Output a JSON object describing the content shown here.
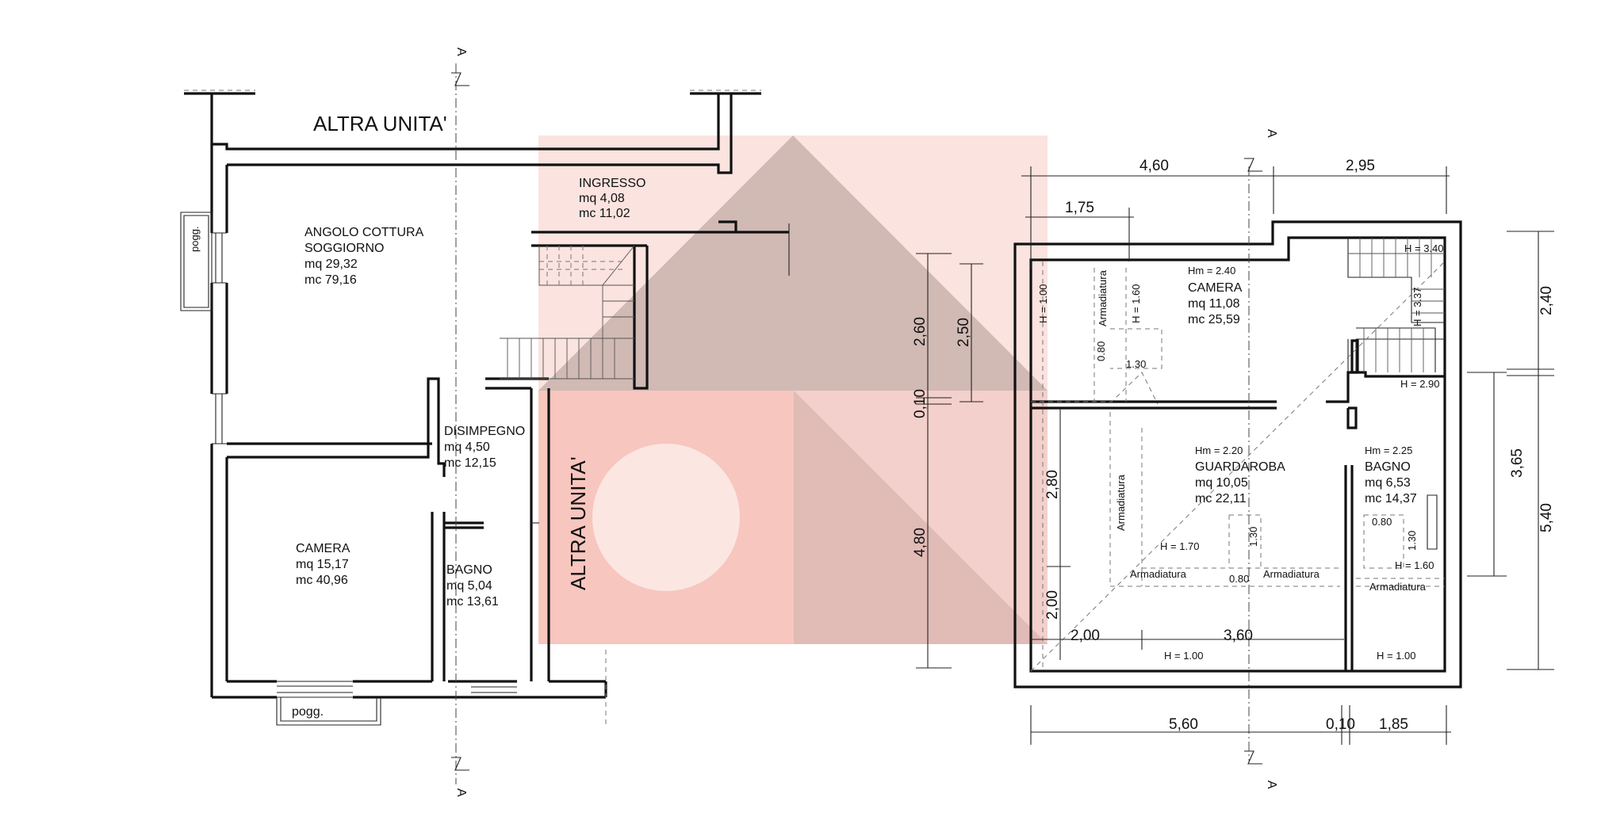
{
  "left_plan": {
    "altra_unita_top": "ALTRA UNITA'",
    "altra_unita_side": "ALTRA UNITA'",
    "section_marker": "A",
    "balcony_left": "pogg.",
    "balcony_bottom": "pogg.",
    "rooms": {
      "ingresso": {
        "name": "INGRESSO",
        "mq": "mq 4,08",
        "mc": "mc 11,02"
      },
      "soggiorno": {
        "name1": "ANGOLO COTTURA",
        "name2": "SOGGIORNO",
        "mq": "mq 29,32",
        "mc": "mc 79,16"
      },
      "disimpegno": {
        "name": "DISIMPEGNO",
        "mq": "mq 4,50",
        "mc": "mc 12,15"
      },
      "camera": {
        "name": "CAMERA",
        "mq": "mq 15,17",
        "mc": "mc 40,96"
      },
      "bagno": {
        "name": "BAGNO",
        "mq": "mq 5,04",
        "mc": "mc 13,61"
      }
    }
  },
  "middle_dims": {
    "d260": "2,60",
    "d250": "2,50",
    "d010": "0,10",
    "d480": "4,80"
  },
  "right_plan": {
    "section_marker": "A",
    "dims_top": {
      "d460": "4,60",
      "d295": "2,95",
      "d175": "1,75"
    },
    "dims_right": {
      "d240": "2,40",
      "d365": "3,65",
      "d540": "5,40"
    },
    "dims_bottom": {
      "d560": "5,60",
      "d010": "0,10",
      "d185": "1,85"
    },
    "dims_inner": {
      "d280": "2,80",
      "d200v": "2,00",
      "d200h": "2,00",
      "d360": "3,60"
    },
    "rooms": {
      "camera": {
        "hm": "Hm = 2.40",
        "name": "CAMERA",
        "mq": "mq 11,08",
        "mc": "mc 25,59"
      },
      "guardaroba": {
        "hm": "Hm = 2.20",
        "name": "GUARDAROBA",
        "mq": "mq 10,05",
        "mc": "mc 22,11"
      },
      "bagno": {
        "hm": "Hm = 2.25",
        "name": "BAGNO",
        "mq": "mq 6,53",
        "mc": "mc 14,37"
      }
    },
    "heights": {
      "h100_left": "H = 1.00",
      "h160": "H = 1.60",
      "h340": "H = 3.40",
      "h337": "H = 3.37",
      "h290": "H = 2.90",
      "h170": "H = 1.70",
      "h160b": "H = 1.60",
      "h100_bottom1": "H = 1.00",
      "h100_bottom2": "H = 1.00"
    },
    "fixtures": {
      "armadiatura1": "Armadiatura",
      "armadiatura2": "Armadiatura",
      "armadiatura3": "Armadiatura",
      "armadiatura4": "Armadiatura",
      "armadiatura5": "Armadiatura",
      "m080a": "0.80",
      "m130a": "1.30",
      "m130b": "1.30",
      "m080b": "0.80",
      "m080c": "0.80",
      "m130c": "1.30"
    }
  },
  "watermark": {
    "pink_light": "#fbe3df",
    "pink_mid": "#f7c6be",
    "roof": "#c9b2ad",
    "circle": "#fbe6e2"
  }
}
